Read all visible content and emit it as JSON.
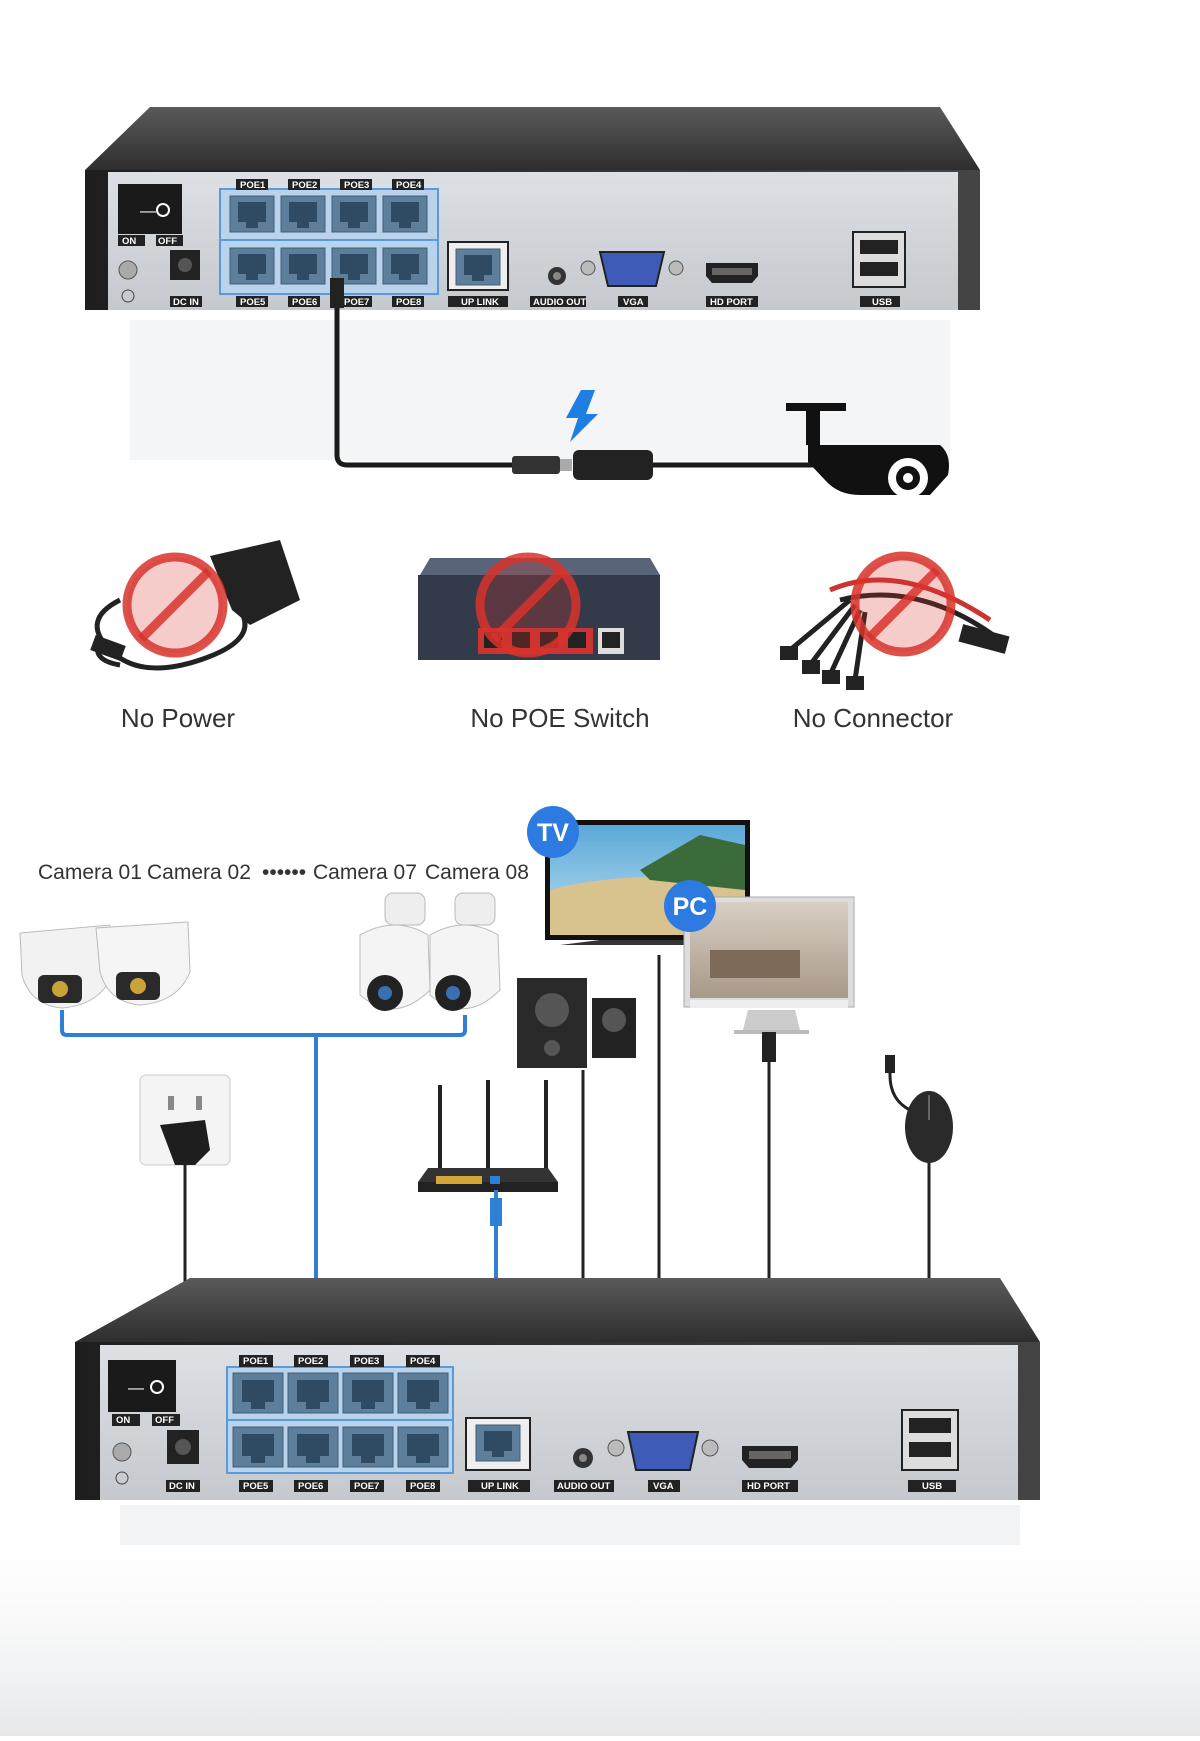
{
  "nvr_top": {
    "switch_on": "ON",
    "switch_off": "OFF",
    "dc_in": "DC IN",
    "poe_top": [
      "POE1",
      "POE2",
      "POE3",
      "POE4"
    ],
    "poe_bottom": [
      "POE5",
      "POE6",
      "POE7",
      "POE8"
    ],
    "uplink": "UP LINK",
    "audio_out": "AUDIO OUT",
    "vga": "VGA",
    "hd_port": "HD PORT",
    "usb": "USB"
  },
  "not_needed": [
    {
      "label": "No Power",
      "icon": "power-adapter-icon"
    },
    {
      "label": "No POE Switch",
      "icon": "poe-switch-icon"
    },
    {
      "label": "No Connector",
      "icon": "splitter-cable-icon"
    }
  ],
  "cameras": {
    "cam1": "Camera 01",
    "cam2": "Camera 02",
    "dots": "••••••",
    "cam7": "Camera 07",
    "cam8": "Camera 08"
  },
  "displays": {
    "tv": "TV",
    "pc": "PC"
  },
  "nvr_bottom": {
    "switch_on": "ON",
    "switch_off": "OFF",
    "dc_in": "DC IN",
    "poe_top": [
      "POE1",
      "POE2",
      "POE3",
      "POE4"
    ],
    "poe_bottom": [
      "POE5",
      "POE6",
      "POE7",
      "POE8"
    ],
    "uplink": "UP LINK",
    "audio_out": "AUDIO OUT",
    "vga": "VGA",
    "hd_port": "HD PORT",
    "usb": "USB"
  },
  "colors": {
    "accent_blue": "#2d7be0",
    "cable_blue": "#2f7fd6",
    "prohibit_red": "#d8322c",
    "chassis": "#3a3a3a"
  }
}
